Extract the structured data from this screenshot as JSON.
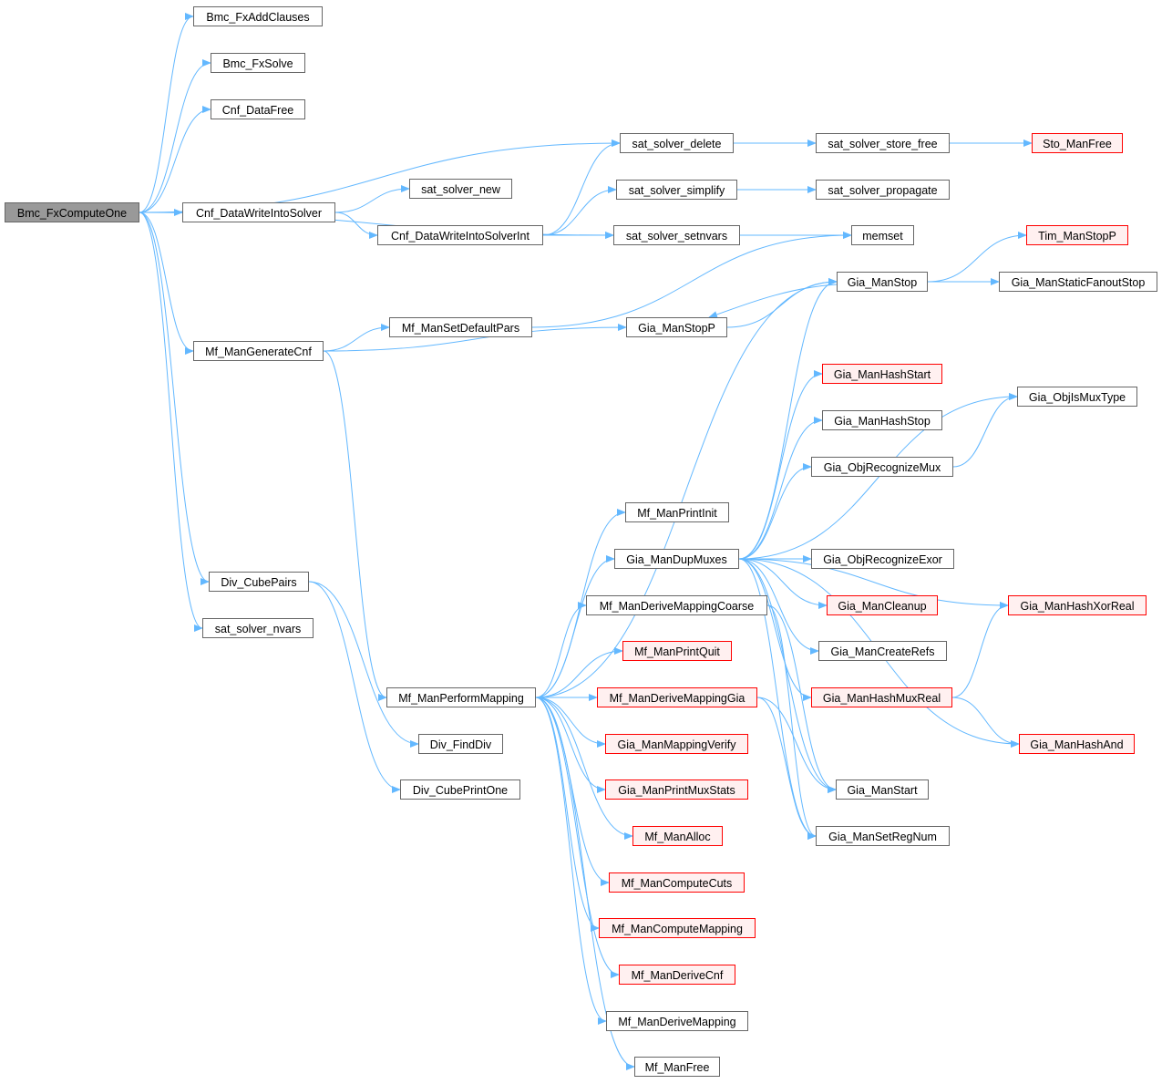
{
  "colors": {
    "edge": "#63b8ff",
    "root_fill": "#999999",
    "red_border": "#ff0000",
    "red_fill": "#fff0f0"
  },
  "nodes": [
    {
      "id": "Bmc_FxComputeOne",
      "label": "Bmc_FxComputeOne",
      "kind": "root"
    },
    {
      "id": "Bmc_FxAddClauses",
      "label": "Bmc_FxAddClauses",
      "kind": "normal"
    },
    {
      "id": "Bmc_FxSolve",
      "label": "Bmc_FxSolve",
      "kind": "normal"
    },
    {
      "id": "Cnf_DataFree",
      "label": "Cnf_DataFree",
      "kind": "normal"
    },
    {
      "id": "Cnf_DataWriteIntoSolver",
      "label": "Cnf_DataWriteIntoSolver",
      "kind": "normal"
    },
    {
      "id": "Mf_ManGenerateCnf",
      "label": "Mf_ManGenerateCnf",
      "kind": "normal"
    },
    {
      "id": "Div_CubePairs",
      "label": "Div_CubePairs",
      "kind": "normal"
    },
    {
      "id": "sat_solver_nvars",
      "label": "sat_solver_nvars",
      "kind": "normal"
    },
    {
      "id": "sat_solver_new",
      "label": "sat_solver_new",
      "kind": "normal"
    },
    {
      "id": "Cnf_DataWriteIntoSolverInt",
      "label": "Cnf_DataWriteIntoSolverInt",
      "kind": "normal"
    },
    {
      "id": "Mf_ManSetDefaultPars",
      "label": "Mf_ManSetDefaultPars",
      "kind": "normal"
    },
    {
      "id": "Mf_ManPerformMapping",
      "label": "Mf_ManPerformMapping",
      "kind": "normal"
    },
    {
      "id": "Div_FindDiv",
      "label": "Div_FindDiv",
      "kind": "normal"
    },
    {
      "id": "Div_CubePrintOne",
      "label": "Div_CubePrintOne",
      "kind": "normal"
    },
    {
      "id": "sat_solver_delete",
      "label": "sat_solver_delete",
      "kind": "normal"
    },
    {
      "id": "sat_solver_simplify",
      "label": "sat_solver_simplify",
      "kind": "normal"
    },
    {
      "id": "sat_solver_setnvars",
      "label": "sat_solver_setnvars",
      "kind": "normal"
    },
    {
      "id": "Gia_ManStopP",
      "label": "Gia_ManStopP",
      "kind": "normal"
    },
    {
      "id": "Mf_ManPrintInit",
      "label": "Mf_ManPrintInit",
      "kind": "normal"
    },
    {
      "id": "Gia_ManDupMuxes",
      "label": "Gia_ManDupMuxes",
      "kind": "normal"
    },
    {
      "id": "Mf_ManDeriveMappingCoarse",
      "label": "Mf_ManDeriveMappingCoarse",
      "kind": "normal"
    },
    {
      "id": "Mf_ManPrintQuit",
      "label": "Mf_ManPrintQuit",
      "kind": "red"
    },
    {
      "id": "Mf_ManDeriveMappingGia",
      "label": "Mf_ManDeriveMappingGia",
      "kind": "red"
    },
    {
      "id": "Gia_ManMappingVerify",
      "label": "Gia_ManMappingVerify",
      "kind": "red"
    },
    {
      "id": "Gia_ManPrintMuxStats",
      "label": "Gia_ManPrintMuxStats",
      "kind": "red"
    },
    {
      "id": "Mf_ManAlloc",
      "label": "Mf_ManAlloc",
      "kind": "red"
    },
    {
      "id": "Mf_ManComputeCuts",
      "label": "Mf_ManComputeCuts",
      "kind": "red"
    },
    {
      "id": "Mf_ManComputeMapping",
      "label": "Mf_ManComputeMapping",
      "kind": "red"
    },
    {
      "id": "Mf_ManDeriveCnf",
      "label": "Mf_ManDeriveCnf",
      "kind": "red"
    },
    {
      "id": "Mf_ManDeriveMapping",
      "label": "Mf_ManDeriveMapping",
      "kind": "normal"
    },
    {
      "id": "Mf_ManFree",
      "label": "Mf_ManFree",
      "kind": "normal"
    },
    {
      "id": "sat_solver_store_free",
      "label": "sat_solver_store_free",
      "kind": "normal"
    },
    {
      "id": "sat_solver_propagate",
      "label": "sat_solver_propagate",
      "kind": "normal"
    },
    {
      "id": "memset",
      "label": "memset",
      "kind": "normal"
    },
    {
      "id": "Gia_ManStop",
      "label": "Gia_ManStop",
      "kind": "normal"
    },
    {
      "id": "Gia_ManHashStart",
      "label": "Gia_ManHashStart",
      "kind": "red"
    },
    {
      "id": "Gia_ManHashStop",
      "label": "Gia_ManHashStop",
      "kind": "normal"
    },
    {
      "id": "Gia_ObjRecognizeMux",
      "label": "Gia_ObjRecognizeMux",
      "kind": "normal"
    },
    {
      "id": "Gia_ObjRecognizeExor",
      "label": "Gia_ObjRecognizeExor",
      "kind": "normal"
    },
    {
      "id": "Gia_ManCleanup",
      "label": "Gia_ManCleanup",
      "kind": "red"
    },
    {
      "id": "Gia_ManCreateRefs",
      "label": "Gia_ManCreateRefs",
      "kind": "normal"
    },
    {
      "id": "Gia_ManHashMuxReal",
      "label": "Gia_ManHashMuxReal",
      "kind": "red"
    },
    {
      "id": "Gia_ManStart",
      "label": "Gia_ManStart",
      "kind": "normal"
    },
    {
      "id": "Gia_ManSetRegNum",
      "label": "Gia_ManSetRegNum",
      "kind": "normal"
    },
    {
      "id": "Sto_ManFree",
      "label": "Sto_ManFree",
      "kind": "red"
    },
    {
      "id": "Tim_ManStopP",
      "label": "Tim_ManStopP",
      "kind": "red"
    },
    {
      "id": "Gia_ManStaticFanoutStop",
      "label": "Gia_ManStaticFanoutStop",
      "kind": "normal"
    },
    {
      "id": "Gia_ObjIsMuxType",
      "label": "Gia_ObjIsMuxType",
      "kind": "normal"
    },
    {
      "id": "Gia_ManHashXorReal",
      "label": "Gia_ManHashXorReal",
      "kind": "red"
    },
    {
      "id": "Gia_ManHashAnd",
      "label": "Gia_ManHashAnd",
      "kind": "red"
    }
  ],
  "edges": [
    [
      "Bmc_FxComputeOne",
      "Bmc_FxAddClauses"
    ],
    [
      "Bmc_FxComputeOne",
      "Bmc_FxSolve"
    ],
    [
      "Bmc_FxComputeOne",
      "Cnf_DataFree"
    ],
    [
      "Bmc_FxComputeOne",
      "Cnf_DataWriteIntoSolver"
    ],
    [
      "Bmc_FxComputeOne",
      "sat_solver_delete"
    ],
    [
      "Bmc_FxComputeOne",
      "sat_solver_setnvars"
    ],
    [
      "Bmc_FxComputeOne",
      "Mf_ManGenerateCnf"
    ],
    [
      "Bmc_FxComputeOne",
      "Div_CubePairs"
    ],
    [
      "Bmc_FxComputeOne",
      "sat_solver_nvars"
    ],
    [
      "Cnf_DataWriteIntoSolver",
      "sat_solver_new"
    ],
    [
      "Cnf_DataWriteIntoSolver",
      "Cnf_DataWriteIntoSolverInt"
    ],
    [
      "Cnf_DataWriteIntoSolverInt",
      "sat_solver_delete"
    ],
    [
      "Cnf_DataWriteIntoSolverInt",
      "sat_solver_simplify"
    ],
    [
      "Cnf_DataWriteIntoSolverInt",
      "sat_solver_setnvars"
    ],
    [
      "sat_solver_delete",
      "sat_solver_store_free"
    ],
    [
      "sat_solver_store_free",
      "Sto_ManFree"
    ],
    [
      "sat_solver_simplify",
      "sat_solver_propagate"
    ],
    [
      "sat_solver_setnvars",
      "memset"
    ],
    [
      "Mf_ManGenerateCnf",
      "Mf_ManSetDefaultPars"
    ],
    [
      "Mf_ManGenerateCnf",
      "Gia_ManStopP"
    ],
    [
      "Mf_ManGenerateCnf",
      "Mf_ManPerformMapping"
    ],
    [
      "Mf_ManSetDefaultPars",
      "memset"
    ],
    [
      "Gia_ManStopP",
      "Gia_ManStop"
    ],
    [
      "Gia_ManStop",
      "Gia_ManStopP"
    ],
    [
      "Gia_ManStop",
      "Tim_ManStopP"
    ],
    [
      "Gia_ManStop",
      "Gia_ManStaticFanoutStop"
    ],
    [
      "Div_CubePairs",
      "Div_FindDiv"
    ],
    [
      "Div_CubePairs",
      "Div_CubePrintOne"
    ],
    [
      "Mf_ManPerformMapping",
      "Gia_ManStop"
    ],
    [
      "Mf_ManPerformMapping",
      "Mf_ManPrintInit"
    ],
    [
      "Mf_ManPerformMapping",
      "Gia_ManDupMuxes"
    ],
    [
      "Mf_ManPerformMapping",
      "Mf_ManDeriveMappingCoarse"
    ],
    [
      "Mf_ManPerformMapping",
      "Mf_ManPrintQuit"
    ],
    [
      "Mf_ManPerformMapping",
      "Mf_ManDeriveMappingGia"
    ],
    [
      "Mf_ManPerformMapping",
      "Gia_ManMappingVerify"
    ],
    [
      "Mf_ManPerformMapping",
      "Gia_ManPrintMuxStats"
    ],
    [
      "Mf_ManPerformMapping",
      "Mf_ManAlloc"
    ],
    [
      "Mf_ManPerformMapping",
      "Mf_ManComputeCuts"
    ],
    [
      "Mf_ManPerformMapping",
      "Mf_ManComputeMapping"
    ],
    [
      "Mf_ManPerformMapping",
      "Mf_ManDeriveCnf"
    ],
    [
      "Mf_ManPerformMapping",
      "Mf_ManDeriveMapping"
    ],
    [
      "Mf_ManPerformMapping",
      "Mf_ManFree"
    ],
    [
      "Gia_ManDupMuxes",
      "Gia_ManStop"
    ],
    [
      "Gia_ManDupMuxes",
      "Gia_ObjIsMuxType"
    ],
    [
      "Gia_ManDupMuxes",
      "Gia_ManHashStart"
    ],
    [
      "Gia_ManDupMuxes",
      "Gia_ManHashStop"
    ],
    [
      "Gia_ManDupMuxes",
      "Gia_ObjRecognizeMux"
    ],
    [
      "Gia_ManDupMuxes",
      "Gia_ObjRecognizeExor"
    ],
    [
      "Gia_ManDupMuxes",
      "Gia_ManHashXorReal"
    ],
    [
      "Gia_ManDupMuxes",
      "Gia_ManCleanup"
    ],
    [
      "Gia_ManDupMuxes",
      "Gia_ManCreateRefs"
    ],
    [
      "Gia_ManDupMuxes",
      "Gia_ManHashMuxReal"
    ],
    [
      "Gia_ManDupMuxes",
      "Gia_ManHashAnd"
    ],
    [
      "Gia_ManDupMuxes",
      "Gia_ManStart"
    ],
    [
      "Gia_ManDupMuxes",
      "Gia_ManSetRegNum"
    ],
    [
      "Gia_ObjRecognizeMux",
      "Gia_ObjIsMuxType"
    ],
    [
      "Gia_ManHashMuxReal",
      "Gia_ManHashXorReal"
    ],
    [
      "Gia_ManHashMuxReal",
      "Gia_ManHashAnd"
    ],
    [
      "Mf_ManDeriveMappingCoarse",
      "Gia_ManStart"
    ],
    [
      "Mf_ManDeriveMappingCoarse",
      "Gia_ManSetRegNum"
    ],
    [
      "Mf_ManDeriveMappingGia",
      "Gia_ManStart"
    ],
    [
      "Mf_ManDeriveMappingGia",
      "Gia_ManSetRegNum"
    ]
  ]
}
